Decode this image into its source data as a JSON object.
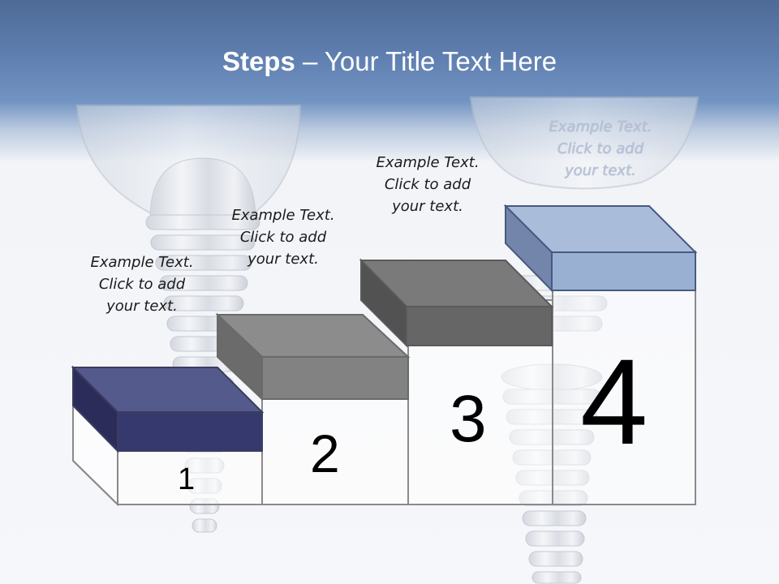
{
  "title": {
    "bold": "Steps",
    "rest": " – Your Title Text Here"
  },
  "steps": [
    {
      "number": "1",
      "caption": [
        "Example Text.",
        "Click  to add",
        "your text."
      ],
      "color": "#36396e"
    },
    {
      "number": "2",
      "caption": [
        "Example Text.",
        "Click  to add",
        "your text."
      ],
      "color": "#828282"
    },
    {
      "number": "3",
      "caption": [
        "Example Text.",
        "Click  to add",
        "your text."
      ],
      "color": "#666666"
    },
    {
      "number": "4",
      "caption": [
        "Example Text.",
        "Click  to add",
        "your text."
      ],
      "color": "#9ab0d2"
    }
  ],
  "background_image": "dental-implant-screws"
}
